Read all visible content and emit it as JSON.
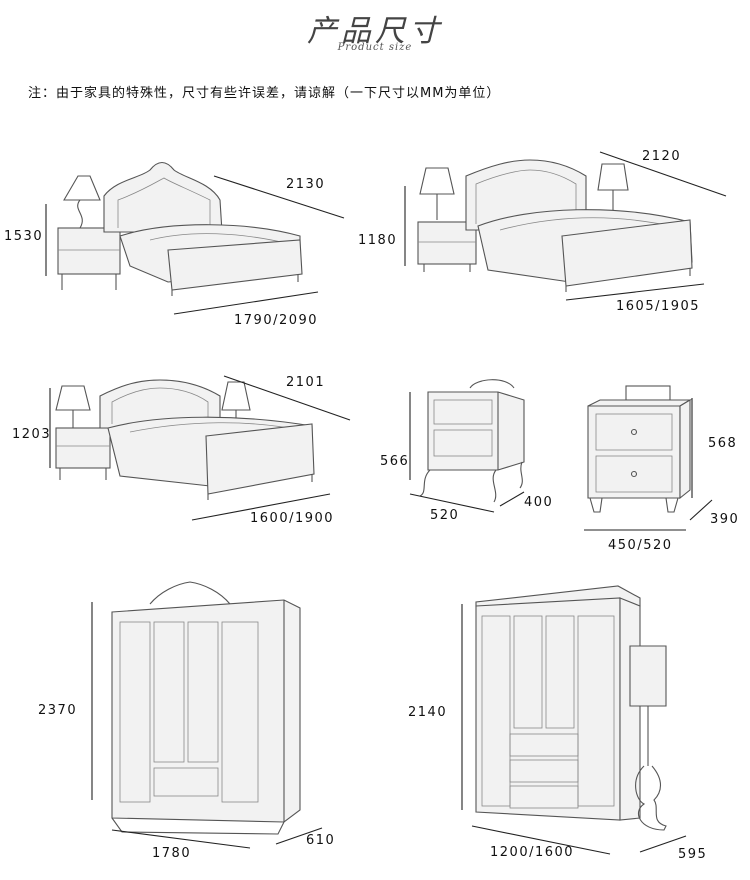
{
  "header": {
    "title": "产品尺寸",
    "subtitle": "Product size"
  },
  "note": "注：由于家具的特殊性，尺寸有些许误差，请谅解（一下尺寸以MM为单位）",
  "products": [
    {
      "name": "bed-1",
      "height": "1530",
      "length": "2130",
      "width": "1790/2090"
    },
    {
      "name": "bed-2",
      "height": "1180",
      "length": "2120",
      "width": "1605/1905"
    },
    {
      "name": "bed-3",
      "height": "1203",
      "length": "2101",
      "width": "1600/1900"
    },
    {
      "name": "nightstand-1",
      "height": "566",
      "width": "520",
      "depth": "400"
    },
    {
      "name": "nightstand-2",
      "height": "568",
      "width": "450/520",
      "depth": "390"
    },
    {
      "name": "wardrobe-1",
      "height": "2370",
      "width": "1780",
      "depth": "610"
    },
    {
      "name": "wardrobe-2",
      "height": "2140",
      "width": "1200/1600",
      "depth": "595"
    }
  ]
}
